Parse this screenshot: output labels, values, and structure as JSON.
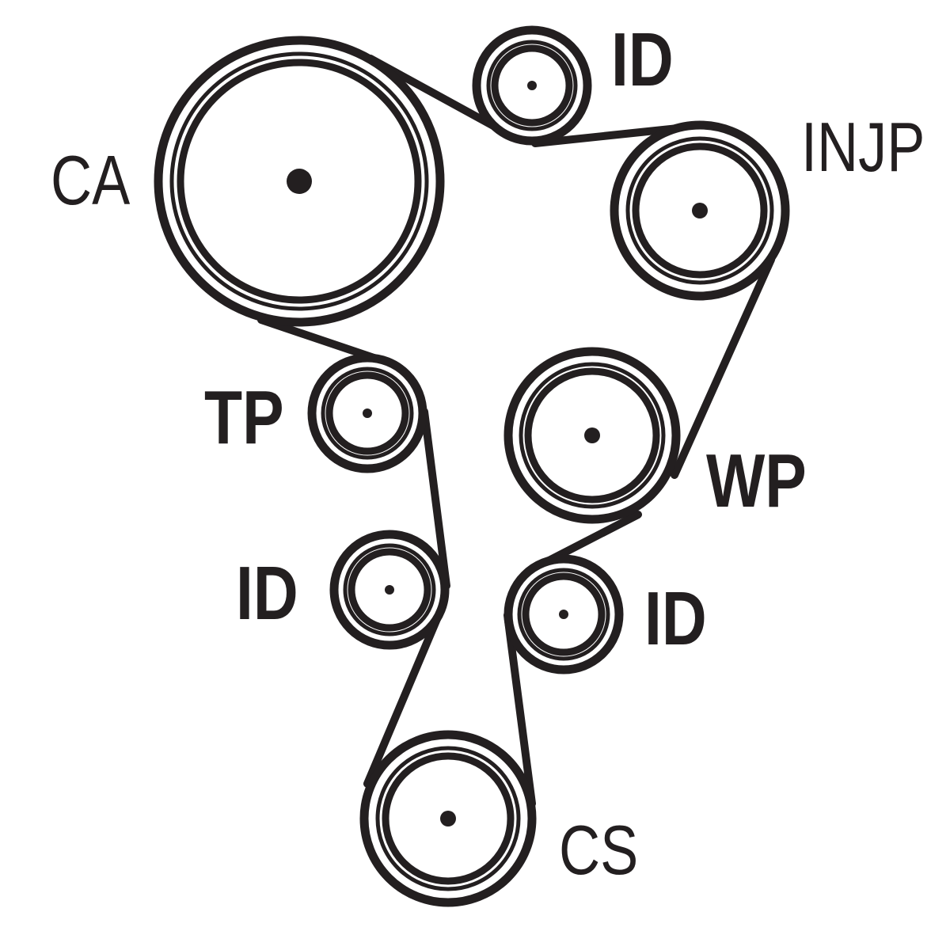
{
  "diagram": {
    "stroke_color": "#231f20",
    "background": "#ffffff",
    "pulleys": [
      {
        "id": "ca",
        "label": "CA"
      },
      {
        "id": "id-top",
        "label": "ID"
      },
      {
        "id": "injp",
        "label": "INJP"
      },
      {
        "id": "tp",
        "label": "TP"
      },
      {
        "id": "wp",
        "label": "WP"
      },
      {
        "id": "id-left",
        "label": "ID"
      },
      {
        "id": "id-right",
        "label": "ID"
      },
      {
        "id": "cs",
        "label": "CS"
      }
    ]
  }
}
